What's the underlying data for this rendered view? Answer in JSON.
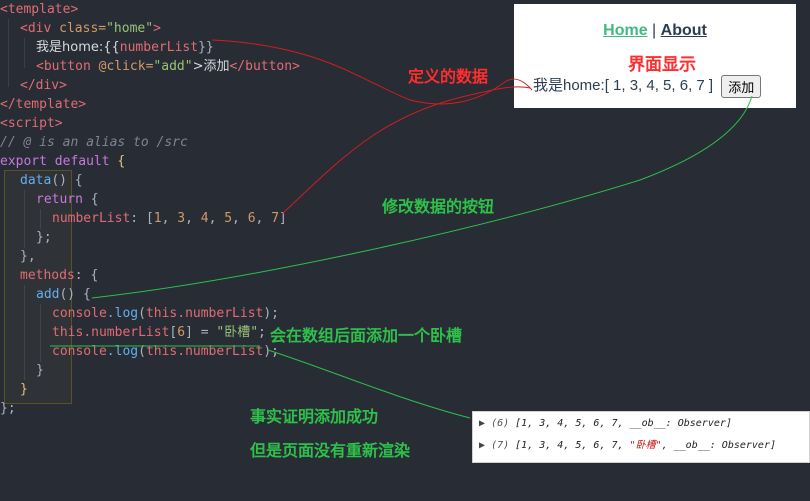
{
  "code": {
    "l1": "<template>",
    "l2_open": "<div ",
    "l2_attr": "class=",
    "l2_val": "\"home\"",
    "l2_close": ">",
    "l3_text": "我是home:{{",
    "l3_var": "numberList",
    "l3_end": "}}",
    "l4_open": "<button ",
    "l4_attr": "@click=",
    "l4_val": "\"add\"",
    "l4_text": ">添加",
    "l4_close": "</button>",
    "l5": "</div>",
    "l6": "</template>",
    "l7": "<script>",
    "l8": "// @ is an alias to /src",
    "l9_kw": "export default",
    "l9_brace": "{",
    "l10_fn": "data",
    "l10_rest": "() {",
    "l11_kw": "return",
    "l11_rest": " {",
    "l12_prop": "numberList",
    "l12_colon": ": ",
    "l12_values": [
      "[",
      "1",
      ", ",
      "3",
      ", ",
      "4",
      ", ",
      "5",
      ", ",
      "6",
      ", ",
      "7",
      "]"
    ],
    "l13": "};",
    "l14": "},",
    "l15_prop": "methods",
    "l15_rest": ": {",
    "l16_fn": "add",
    "l16_rest": "() {",
    "l17_obj": "console",
    "l17_fn": ".log",
    "l17_mid": "(",
    "l17_this": "this",
    "l17_prop": ".numberList",
    "l17_end": ");",
    "l18_this": "this",
    "l18_prop": ".numberList",
    "l18_idx_open": "[",
    "l18_idx": "6",
    "l18_idx_close": "] = ",
    "l18_str": "\"卧槽\"",
    "l18_end": ";",
    "l19_obj": "console",
    "l19_fn": ".log",
    "l19_mid": "(",
    "l19_this": "this",
    "l19_prop": ".numberList",
    "l19_end": ");",
    "l20": "}",
    "l21": "}",
    "l22": "};"
  },
  "preview": {
    "nav_home": "Home",
    "nav_sep": " | ",
    "nav_about": "About",
    "body_text": "我是home:[ 1, 3, 4, 5, 6, 7 ]",
    "button_label": "添加"
  },
  "annotations": {
    "defined_data": "定义的数据",
    "ui_display": "界面显示",
    "modify_button": "修改数据的按钮",
    "add_after_array": "会在数组后面添加一个卧槽",
    "fact_proves": "事实证明添加成功",
    "not_rerendered": "但是页面没有重新渲染"
  },
  "console": {
    "row1": {
      "count": "(6)",
      "items": "[1, 3, 4, 5, 6, 7, __ob__: Observer]"
    },
    "row2": {
      "count": "(7)",
      "items_pre": "[1, 3, 4, 5, 6, 7, ",
      "str": "\"卧槽\"",
      "items_post": ", __ob__: Observer]"
    }
  },
  "colors": {
    "editor_bg": "#282c34",
    "annotation_red": "#ff2d2d",
    "annotation_green": "#2ec04a",
    "vue_green": "#42b983"
  }
}
